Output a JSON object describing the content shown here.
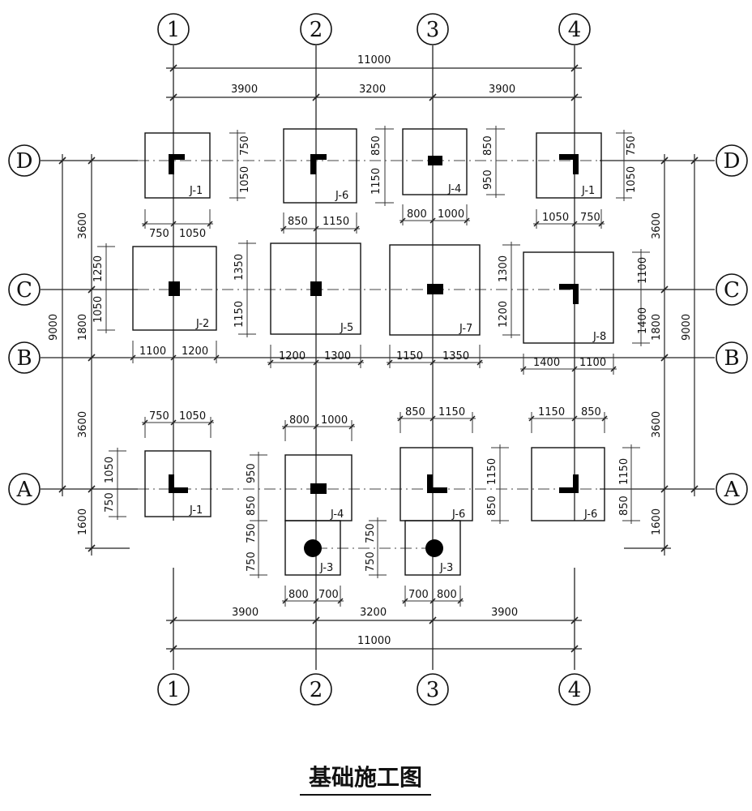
{
  "title": "基础施工图",
  "grid_columns": [
    "1",
    "2",
    "3",
    "4"
  ],
  "grid_rows": [
    "D",
    "C",
    "B",
    "A"
  ],
  "top_dims": {
    "overall": "11000",
    "bays": [
      "3900",
      "3200",
      "3900"
    ]
  },
  "bottom_dims": {
    "overall": "11000",
    "bays": [
      "3900",
      "3200",
      "3900"
    ]
  },
  "left_dims": {
    "overall": "9000",
    "segments": [
      "3600",
      "1800",
      "3600",
      "1600"
    ]
  },
  "right_dims": {
    "overall": "9000",
    "segments": [
      "3600",
      "1800",
      "3600",
      "1600"
    ]
  },
  "footings": [
    {
      "id": "f-d1",
      "label": "J-1",
      "h_dims": [
        "750",
        "1050"
      ],
      "v_dims": [
        "750",
        "1050"
      ]
    },
    {
      "id": "f-d2",
      "label": "J-6",
      "h_dims": [
        "850",
        "1150"
      ],
      "v_dims": [
        "850",
        "1150"
      ]
    },
    {
      "id": "f-d3",
      "label": "J-4",
      "h_dims": [
        "800",
        "1000"
      ],
      "v_dims": [
        "850",
        "950"
      ]
    },
    {
      "id": "f-d4",
      "label": "J-1",
      "h_dims": [
        "1050",
        "750"
      ],
      "v_dims": [
        "750",
        "1050"
      ]
    },
    {
      "id": "f-c1",
      "label": "J-2",
      "h_dims": [
        "1100",
        "1200"
      ],
      "v_dims": [
        "1250",
        "1050"
      ]
    },
    {
      "id": "f-c2",
      "label": "J-5",
      "h_dims": [
        "1200",
        "1300"
      ],
      "v_dims": [
        "1350",
        "1150"
      ]
    },
    {
      "id": "f-c3",
      "label": "J-7",
      "h_dims": [
        "1150",
        "1350"
      ],
      "v_dims": [
        "1300",
        "1200"
      ]
    },
    {
      "id": "f-c4",
      "label": "J-8",
      "h_dims": [
        "1400",
        "1100"
      ],
      "v_dims": [
        "1100",
        "1400"
      ]
    },
    {
      "id": "f-a1",
      "label": "J-1",
      "h_dims": [
        "750",
        "1050"
      ],
      "v_dims": [
        "1050",
        "750"
      ]
    },
    {
      "id": "f-a2",
      "label": "J-4",
      "h_dims": [
        "800",
        "1000"
      ],
      "v_dims": [
        "950",
        "850"
      ]
    },
    {
      "id": "f-a3",
      "label": "J-6",
      "h_dims": [
        "850",
        "1150"
      ],
      "v_dims": [
        "1150",
        "850"
      ]
    },
    {
      "id": "f-a4",
      "label": "J-6",
      "h_dims": [
        "1150",
        "850"
      ],
      "v_dims": [
        "1150",
        "850"
      ]
    },
    {
      "id": "f-s2",
      "label": "J-3",
      "h_dims": [
        "800",
        "700"
      ],
      "v_dims": [
        "750",
        "750"
      ]
    },
    {
      "id": "f-s3",
      "label": "J-3",
      "h_dims": [
        "700",
        "800"
      ],
      "v_dims": [
        "750",
        "750"
      ]
    }
  ]
}
